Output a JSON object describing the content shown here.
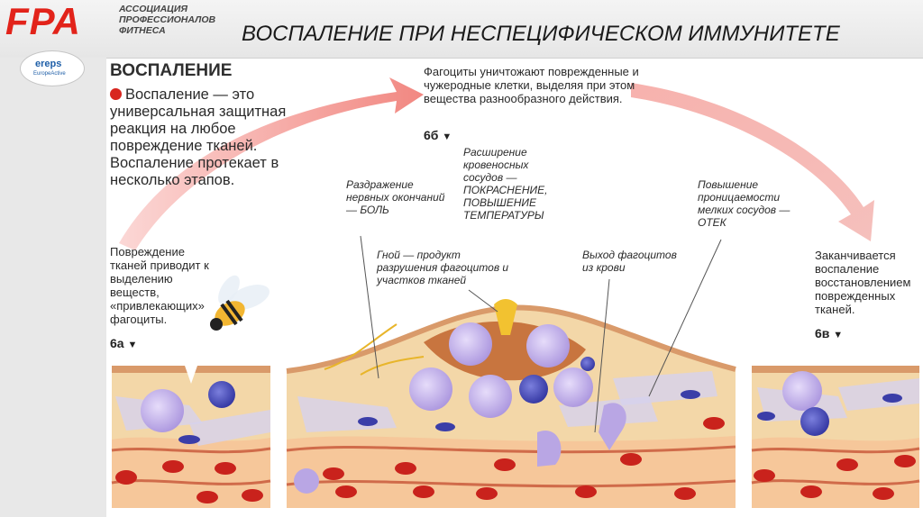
{
  "header": {
    "logo": "FPA",
    "org_lines": [
      "АССОЦИАЦИЯ",
      "ПРОФЕССИОНАЛОВ",
      "ФИТНЕСА"
    ],
    "title": "ВОСПАЛЕНИЕ ПРИ НЕСПЕЦИФИЧЕСКОМ ИММУНИТЕТЕ",
    "badge_main": "ereps",
    "badge_sub": "EuropeActive"
  },
  "intro": {
    "heading": "ВОСПАЛЕНИЕ",
    "body": "Воспаление — это универсальная защитная реакция на любое повреждение тканей. Воспаление протекает в несколько этапов."
  },
  "stages": {
    "a": {
      "text": "Повреждение тканей приводит к выделению веществ, «привлекающих» фагоциты.",
      "label": "6а"
    },
    "b": {
      "text": "Фагоциты уничтожают поврежденные и чужеродные клетки, выделяя при этом вещества разнообразного действия.",
      "label": "6б"
    },
    "c": {
      "text": "Заканчивается воспаление восстановлением поврежденных тканей.",
      "label": "6в"
    }
  },
  "labels": {
    "nerve": "Раздражение нервных окончаний — БОЛЬ",
    "vessels": "Расширение кровеносных сосудов — ПОКРАСНЕНИЕ, ПОВЫШЕНИЕ ТЕМПЕРАТУРЫ",
    "permeability": "Повышение проницаемости мелких сосудов — ОТЕК",
    "pus": "Гной — продукт разрушения фагоцитов и участков тканей",
    "exit": "Выход фагоцитов из крови"
  },
  "marker": "▼",
  "colors": {
    "accent_red": "#e2231a",
    "arrow": "#f28a86",
    "tissue": "#f3d7a8",
    "vessel": "#d9402f",
    "cell": "#b9a6e4"
  }
}
